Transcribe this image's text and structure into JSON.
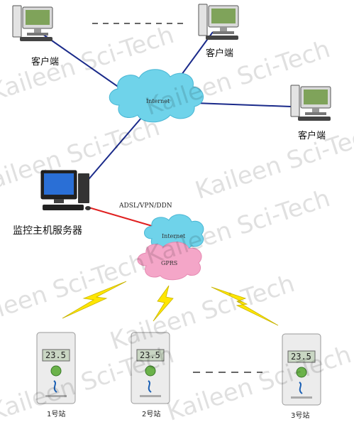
{
  "clients": [
    {
      "label": "客户端"
    },
    {
      "label": "客户端"
    },
    {
      "label": "客户端"
    }
  ],
  "server": {
    "label": "监控主机服务器"
  },
  "link": {
    "label": "ADSL/VPN/DDN"
  },
  "clouds": {
    "internet_top": "Internet",
    "internet_bottom": "Internet",
    "gprs": "GPRS"
  },
  "stations": [
    {
      "label": "1号站",
      "reading": "23.5"
    },
    {
      "label": "2号站",
      "reading": "23.5"
    },
    {
      "label": "3号站",
      "reading": "23.5"
    }
  ],
  "watermark": "Kaileen Sci-Tech",
  "colors": {
    "network_line": "#1a2a8a",
    "uplink_line": "#e02020",
    "internet_cloud": "#6fd3ea",
    "gprs_cloud": "#f4a6c8",
    "lightning": "#ffe600"
  }
}
